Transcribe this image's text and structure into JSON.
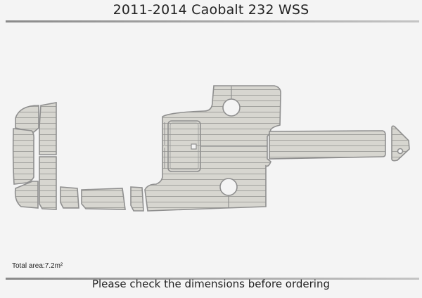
{
  "header": {
    "title": "2011-2014 Caobalt 232 WSS"
  },
  "summary": {
    "total_area": "Total area:7.2m²"
  },
  "footer": {
    "note": "Please check the dimensions before ordering"
  },
  "diagram": {
    "type": "boat deck pad layout",
    "pad_fill_color": "#d7d6d0",
    "outline_color": "#8f8f8f",
    "background_color": "#f4f4f4",
    "pieces": [
      {
        "name": "left-bow-upper-curved-pad"
      },
      {
        "name": "left-side-long-pad"
      },
      {
        "name": "left-side-lower-curved-pad"
      },
      {
        "name": "left-inner-upper-pad"
      },
      {
        "name": "left-inner-lower-pad"
      },
      {
        "name": "small-step-pad"
      },
      {
        "name": "step-long-pad"
      },
      {
        "name": "narrow-step-pad"
      },
      {
        "name": "main-cockpit-floor-pad"
      },
      {
        "name": "hatch-pad"
      },
      {
        "name": "swim-platform-extension-pad"
      },
      {
        "name": "triangular-tip-pad"
      }
    ]
  }
}
